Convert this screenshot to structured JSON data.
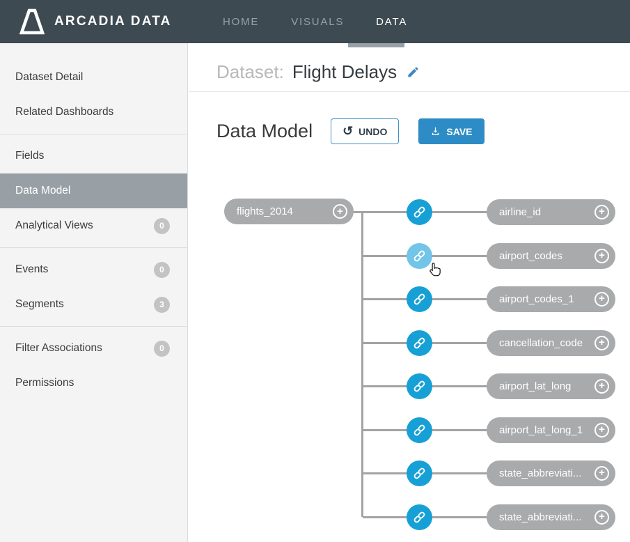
{
  "navbar": {
    "brand": "ARCADIA DATA",
    "items": [
      {
        "label": "HOME",
        "active": false
      },
      {
        "label": "VISUALS",
        "active": false
      },
      {
        "label": "DATA",
        "active": true
      }
    ]
  },
  "sidebar": {
    "groups": [
      {
        "items": [
          {
            "label": "Dataset Detail"
          },
          {
            "label": "Related Dashboards"
          }
        ]
      },
      {
        "items": [
          {
            "label": "Fields"
          },
          {
            "label": "Data Model",
            "selected": true
          },
          {
            "label": "Analytical Views",
            "badge": "0"
          }
        ]
      },
      {
        "items": [
          {
            "label": "Events",
            "badge": "0"
          },
          {
            "label": "Segments",
            "badge": "3"
          }
        ]
      },
      {
        "items": [
          {
            "label": "Filter Associations",
            "badge": "0"
          },
          {
            "label": "Permissions"
          }
        ]
      }
    ]
  },
  "header": {
    "label": "Dataset:",
    "title": "Flight Delays"
  },
  "toolbar": {
    "heading": "Data Model",
    "undo_label": "UNDO",
    "save_label": "SAVE"
  },
  "diagram": {
    "root": {
      "label": "flights_2014"
    },
    "links": [
      {
        "label": "airline_id",
        "hovered": false
      },
      {
        "label": "airport_codes",
        "hovered": true
      },
      {
        "label": "airport_codes_1",
        "hovered": false
      },
      {
        "label": "cancellation_code",
        "hovered": false
      },
      {
        "label": "airport_lat_long",
        "hovered": false
      },
      {
        "label": "airport_lat_long_1",
        "hovered": false
      },
      {
        "label": "state_abbreviati...",
        "hovered": false
      },
      {
        "label": "state_abbreviati...",
        "hovered": false
      }
    ]
  },
  "icons": {
    "plus_glyph": "+",
    "undo_glyph": "↺"
  },
  "colors": {
    "navbar_bg": "#3e4a52",
    "accent_blue": "#2d8cc6",
    "link_blue": "#16a0d6",
    "link_blue_hover": "#72c4e8",
    "pill_gray": "#a8aaac",
    "selected_gray": "#98a0a6",
    "connector_gray": "#a3a3a3"
  }
}
